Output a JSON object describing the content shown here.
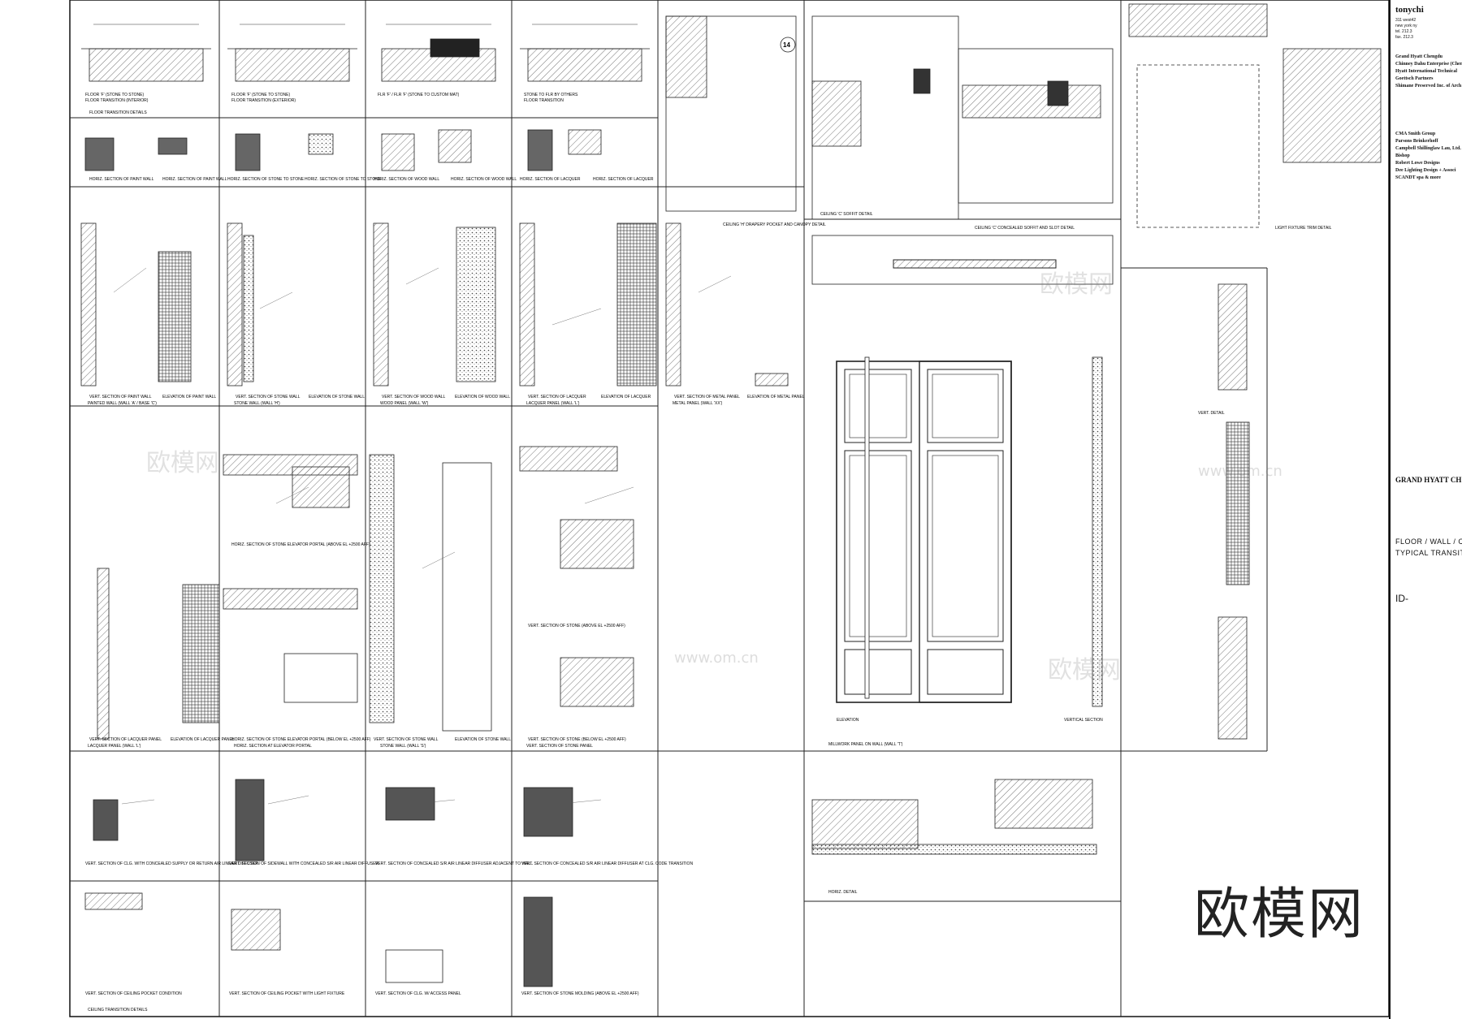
{
  "title_block": {
    "firm": "tonychi",
    "firm_lines": [
      "311 west42",
      "new york ny",
      "tel. 212.3",
      "fax. 212.3"
    ],
    "entries": [
      "Grand Hyatt Chengdu",
      "Chinney Dahu Enterprise (Cheng",
      "Hyatt International Technical",
      "Goettsch Partners",
      "Shimane Preserved Inc. of Arch",
      "CMA Smith Group",
      "Parsons Brinkerhoff",
      "Campbell Shillinglaw Lau, Ltd.",
      "Bishop",
      "Robert Lowe Designs",
      "Dee Lighting Design + Associ",
      "SCANDT spa & more"
    ],
    "project": "GRAND HYATT CH",
    "sheet_title_1": "FLOOR / WALL / CEILIN",
    "sheet_title_2": "TYPICAL TRANSITION",
    "sheet_no": "ID-"
  },
  "watermarks": {
    "big": "欧模网",
    "faint": "欧模网",
    "url": "www.om.cn"
  },
  "details": {
    "r1c1": "FLOOR 'F' (STONE TO STONE)",
    "r1c1b": "FLOOR TRANSITION (INTERIOR)",
    "r1c2": "FLOOR 'F' (STONE TO STONE)",
    "r1c2b": "FLOOR TRANSITION (EXTERIOR)",
    "r1c3": "FLR 'F' / FLR 'F' (STONE TO CUSTOM MAT)",
    "r1c4": "STONE TO FLR BY OTHERS",
    "r1c4b": "FLOOR TRANSITION",
    "r1note": "FLOOR TRANSITION DETAILS",
    "r2a1": "HORIZ. SECTION OF PAINT WALL",
    "r2a2": "HORIZ. SECTION OF PAINT WALL",
    "r2b1": "HORIZ. SECTION OF STONE TO STONE",
    "r2b2": "HORIZ. SECTION OF STONE TO STONE",
    "r2c1": "HORIZ. SECTION OF WOOD WALL",
    "r2c2": "HORIZ. SECTION OF WOOD WALL",
    "r2d1": "HORIZ. SECTION OF LACQUER",
    "r2d2": "HORIZ. SECTION OF LACQUER",
    "ceil1": "CEILING 'H' DRAPERY POCKET AND CANOPY DETAIL",
    "ceil2": "CEILING 'C' SOFFIT DETAIL",
    "ceil3": "CEILING 'C' CONCEALED SOFFIT AND SLOT DETAIL",
    "light": "LIGHT FIXTURE TRIM DETAIL",
    "r3a1": "VERT. SECTION OF PAINT WALL",
    "r3a2": "ELEVATION OF PAINT WALL",
    "r3b1": "VERT. SECTION OF STONE WALL",
    "r3b2": "ELEVATION OF STONE WALL",
    "r3c1": "VERT. SECTION OF WOOD WALL",
    "r3c2": "ELEVATION OF WOOD WALL",
    "r3d1": "VERT. SECTION OF LACQUER",
    "r3d2": "ELEVATION OF LACQUER",
    "r3e1": "VERT. SECTION OF METAL PANEL",
    "r3e2": "ELEVATION OF METAL PANEL",
    "r3a": "PAINTED WALL (WALL 'A' / BASE 'C')",
    "r3b": "STONE WALL (WALL 'H')",
    "r3c": "WOOD PANEL (WALL 'W')",
    "r3d": "LACQUER PANEL (WALL 'L')",
    "r3e": "METAL PANEL (WALL 'XX')",
    "r4b1": "HORIZ. SECTION OF STONE ELEVATOR PORTAL (ABOVE EL +2500 AFF)",
    "r4d1": "VERT. SECTION OF STONE (ABOVE EL +2500 AFF)",
    "r4d2": "VERT. SECTION OF STONE (BELOW EL +2500 AFF)",
    "r4a1": "VERT. SECTION OF LACQUER PANEL",
    "r4a2": "ELEVATION OF LACQUER PANEL",
    "r4b2": "HORIZ. SECTION OF STONE ELEVATOR PORTAL (BELOW EL +2500 AFF)",
    "r4c1": "VERT. SECTION OF STONE WALL",
    "r4c2": "ELEVATION OF STONE WALL",
    "r4a": "LACQUER PANEL (WALL 'L')",
    "r4b": "HORIZ. SECTION AT ELEVATOR PORTAL",
    "r4c": "STONE WALL (WALL 'S')",
    "r4d": "VERT. SECTION OF STONE PANEL",
    "mill1": "ELEVATION",
    "mill2": "VERTICAL SECTION",
    "mill": "MILLWORK PANEL ON WALL (WALL 'T')",
    "vert": "VERT. DETAIL",
    "horiz": "HORIZ. DETAIL",
    "r5a1": "VERT. SECTION OF CLG. WITH CONCEALED SUPPLY OR RETURN AIR LINEAR DIFFUSER",
    "r5b1": "VERT. SECTION OF SIDEWALL WITH CONCEALED S/R AIR LINEAR DIFFUSER",
    "r5c1": "VERT. SECTION OF CONCEALED S/R AIR LINEAR DIFFUSER ADJACENT TO WALL",
    "r5d1": "VERT. SECTION OF CONCEALED S/R AIR LINEAR DIFFUSER AT CLG. CODE TRANSITION",
    "r5a2": "VERT. SECTION OF CEILING POCKET CONDITION",
    "r5b2": "VERT. SECTION OF CEILING POCKET WITH LIGHT FIXTURE",
    "r5c2": "VERT. SECTION OF CLG. W/ ACCESS PANEL",
    "r5d2": "VERT. SECTION OF STONE MOLDING (ABOVE EL +2500 AFF)",
    "r5": "CEILING TRANSITION DETAILS",
    "r1num": "14"
  }
}
